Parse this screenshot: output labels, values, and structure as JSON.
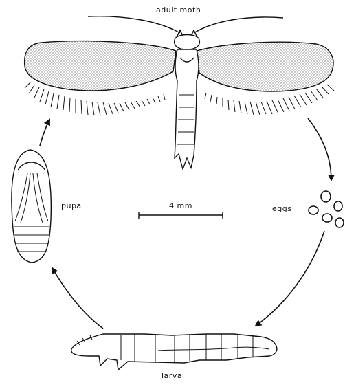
{
  "labels": {
    "adult": "adult moth",
    "eggs": "eggs",
    "larva": "larva",
    "pupa": "pupa",
    "scale": "4 mm"
  }
}
